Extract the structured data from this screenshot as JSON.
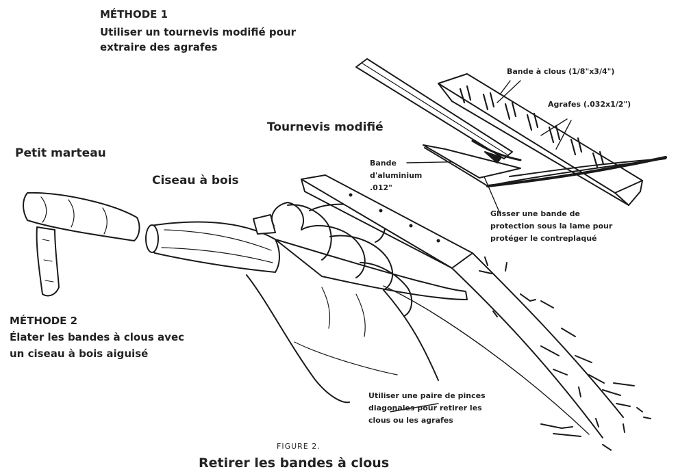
{
  "method1": {
    "title": "MÉTHODE 1",
    "line1": "Utiliser un tournevis modifié pour",
    "line2": "extraire des agrafes"
  },
  "method2": {
    "title": "MÉTHODE 2",
    "line1": "Élater les bandes à clous avec",
    "line2": "un ciseau à bois aiguisé"
  },
  "labels": {
    "bande_clous": "Bande à clous (1/8\"x3/4\")",
    "agrafes": "Agrafes (.032x1/2\")",
    "tournevis": "Tournevis modifié",
    "petit_marteau": "Petit marteau",
    "ciseau": "Ciseau à bois",
    "bande_alu_1": "Bande",
    "bande_alu_2": "d'aluminium",
    "bande_alu_3": ".012\"",
    "glisser_1": "Glisser une bande de",
    "glisser_2": "protection sous la lame pour",
    "glisser_3": "protéger le contreplaqué",
    "pinces_1": "Utiliser une paire de pinces",
    "pinces_2": "diagonales pour retirer les",
    "pinces_3": "clous ou les agrafes"
  },
  "figure": {
    "number": "FIGURE 2.",
    "caption": "Retirer les bandes à clous"
  }
}
